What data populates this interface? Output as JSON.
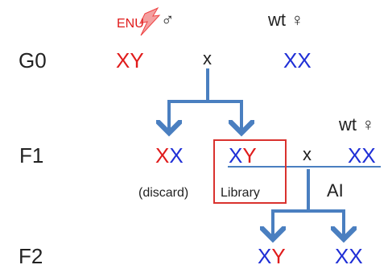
{
  "generations": {
    "g0": "G0",
    "f1": "F1",
    "f2": "F2"
  },
  "header": {
    "mutagen": "ENU",
    "male_symbol": "♂",
    "wt_female": "wt",
    "female_symbol": "♀"
  },
  "g0": {
    "male_a": "X",
    "male_b": "Y",
    "cross": "x",
    "female": "XX"
  },
  "f1": {
    "left_a": "X",
    "left_b": "X",
    "mid_a": "X",
    "mid_b": "Y",
    "cross": "x",
    "right": "XX",
    "wt_label": "wt",
    "female_symbol": "♀",
    "discard": "(discard)",
    "library": "Library",
    "ai": "AI"
  },
  "f2": {
    "left_a": "X",
    "left_b": "Y",
    "right": "XX"
  },
  "colors": {
    "mutant": "#e01b1b",
    "wild_type": "#1f2fd6",
    "arrow": "#4a7fc0",
    "library_box": "#d9322e"
  }
}
